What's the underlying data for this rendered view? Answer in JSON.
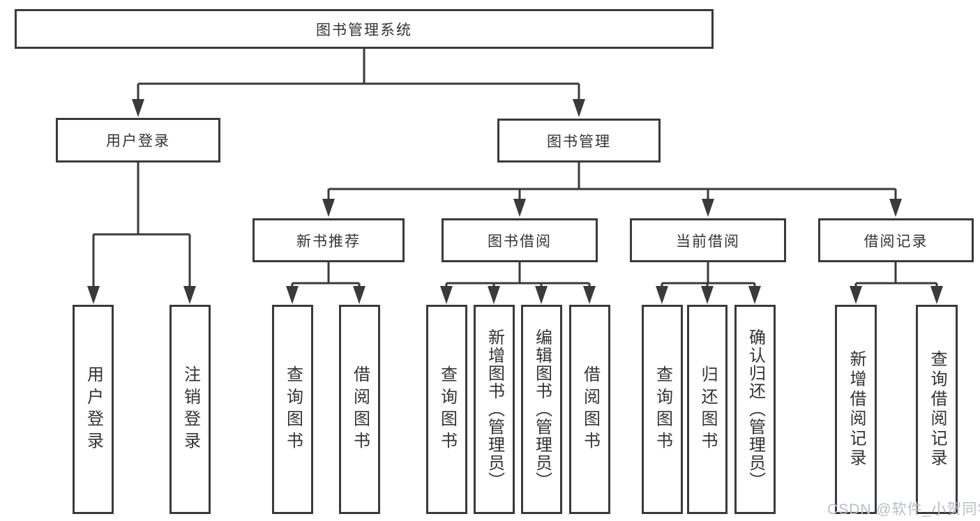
{
  "diagram": {
    "root_label": "图书管理系统",
    "level2": [
      {
        "label": "用户登录"
      },
      {
        "label": "图书管理"
      }
    ],
    "level3": [
      {
        "label": "新书推荐"
      },
      {
        "label": "图书借阅"
      },
      {
        "label": "当前借阅"
      },
      {
        "label": "借阅记录"
      }
    ],
    "leaves": {
      "user_login_group": [
        "用户登录",
        "注销登录"
      ],
      "new_book_group": [
        "查询图书",
        "借阅图书"
      ],
      "book_borrow_group": [
        "查询图书",
        "新增图书（管理员）",
        "编辑图书（管理员）",
        "借阅图书"
      ],
      "current_borrow_group": [
        "查询图书",
        "归还图书",
        "确认归还（管理员）"
      ],
      "records_group": [
        "新增借阅记录",
        "查询借阅记录"
      ]
    }
  },
  "watermark": "CSDN @软件_小贺同学",
  "colors": {
    "line": "#3a3a3a",
    "text": "#333333",
    "background": "#ffffff",
    "watermark": "#b9bdc1"
  }
}
